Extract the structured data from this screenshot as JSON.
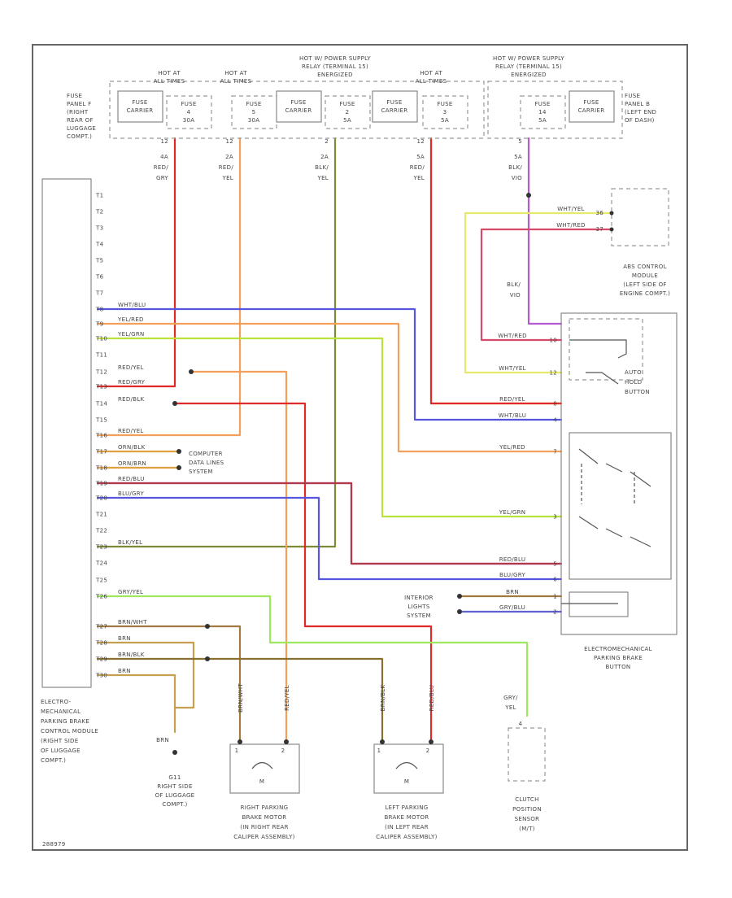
{
  "fuse_panel_right": [
    "FUSE",
    "PANEL F",
    "(RIGHT",
    "REAR OF",
    "LUGGAGE",
    "COMPT.)"
  ],
  "fuse_panel_left": [
    "FUSE",
    "PANEL B",
    "(LEFT END",
    "OF DASH)"
  ],
  "hot_labels": [
    [
      "HOT AT",
      "ALL TIMES"
    ],
    [
      "HOT AT",
      "ALL TIMES"
    ],
    [
      "HOT W/ POWER SUPPLY",
      "RELAY (TERMINAL 15)",
      "ENERGIZED"
    ],
    [
      "HOT AT",
      "ALL TIMES"
    ],
    [
      "HOT W/ POWER SUPPLY",
      "RELAY (TERMINAL 15)",
      "ENERGIZED"
    ]
  ],
  "fuse_carrier": [
    "FUSE",
    "CARRIER"
  ],
  "fuses": [
    [
      "FUSE",
      "4",
      "30A"
    ],
    [
      "FUSE",
      "5",
      "30A"
    ],
    [
      "FUSE",
      "2",
      "5A"
    ],
    [
      "FUSE",
      "3",
      "5A"
    ],
    [
      "FUSE",
      "14",
      "5A"
    ]
  ],
  "fuse_pins": [
    "12",
    "12",
    "2",
    "12",
    "5"
  ],
  "wire_labels": [
    [
      "4A",
      "RED/",
      "GRY"
    ],
    [
      "2A",
      "RED/",
      "YEL"
    ],
    [
      "2A",
      "BLK/",
      "YEL"
    ],
    [
      "5A",
      "RED/",
      "YEL"
    ],
    [
      "5A",
      "BLK/",
      "VIO"
    ]
  ],
  "module_pins": [
    "T1",
    "T2",
    "T3",
    "T4",
    "T5",
    "T6",
    "T7",
    "T8",
    "T9",
    "T10",
    "T11",
    "T12",
    "T13",
    "T14",
    "T15",
    "T16",
    "T17",
    "T18",
    "T19",
    "T20",
    "T21",
    "T22",
    "T23",
    "T24",
    "T25",
    "T26",
    "T27",
    "T28",
    "T29",
    "T30"
  ],
  "module_wire_labels": [
    "WHT/BLU",
    "YEL/RED",
    "YEL/GRN",
    "RED/YEL",
    "RED/GRY",
    "RED/BLK",
    "RED/YEL",
    "ORN/BLK",
    "ORN/BRN",
    "RED/BLU",
    "BLU/GRY",
    "BLK/YEL",
    "GRY/YEL",
    "BRN/WHT",
    "BRN",
    "BRN/BLK",
    "BRN"
  ],
  "module_label": [
    "ELECTRO-",
    "MECHANICAL",
    "PARKING BRAKE",
    "CONTROL MODULE",
    "(RIGHT SIDE",
    "OF LUGGAGE",
    "COMPT.)"
  ],
  "computer_data_lines": [
    "COMPUTER",
    "DATA LINES",
    "SYSTEM"
  ],
  "abs_module": [
    "ABS CONTROL",
    "MODULE",
    "(LEFT SIDE OF",
    "ENGINE COMPT.)"
  ],
  "abs_wires": [
    "WHT/YEL",
    "WHT/RED"
  ],
  "abs_pins": [
    "36",
    "37"
  ],
  "blk_vio": [
    "BLK/",
    "VIO"
  ],
  "auto_hold": [
    "AUTO",
    "HOLD",
    "BUTTON"
  ],
  "button_wire_labels": [
    "WHT/RED",
    "WHT/YEL",
    "RED/YEL",
    "WHT/BLU",
    "YEL/RED",
    "YEL/GRN",
    "RED/BLU",
    "BLU/GRY",
    "BRN",
    "GRY/BLU"
  ],
  "button_pins": [
    "10",
    "12",
    "8",
    "4",
    "7",
    "3",
    "5",
    "6",
    "1",
    "2"
  ],
  "interior_lights": [
    "INTERIOR",
    "LIGHTS",
    "SYSTEM"
  ],
  "epb_button": [
    "ELECTROMECHANICAL",
    "PARKING BRAKE",
    "BUTTON"
  ],
  "ground_wire": "BRN",
  "ground_label": [
    "G11",
    "RIGHT SIDE",
    "OF LUGGAGE",
    "COMPT.)"
  ],
  "motor_wires": [
    "BRN/WHT",
    "RED/YEL",
    "BRN/BLK",
    "RED/BLU"
  ],
  "right_motor": [
    "RIGHT PARKING",
    "BRAKE MOTOR",
    "(IN RIGHT REAR",
    "CALIPER ASSEMBLY)"
  ],
  "left_motor": [
    "LEFT PARKING",
    "BRAKE MOTOR",
    "(IN LEFT REAR",
    "CALIPER ASSEMBLY)"
  ],
  "motor_symbol": "M",
  "motor_pins": [
    "1",
    "2"
  ],
  "clutch_wire": [
    "GRY/",
    "YEL"
  ],
  "clutch_pin": "4",
  "clutch_sensor": [
    "CLUTCH",
    "POSITION",
    "SENSOR",
    "(M/T)"
  ],
  "footer_id": "288979",
  "colors": {
    "red": "#e02a2a",
    "orange": "#f5a05a",
    "olive": "#7d8a38",
    "blue": "#5555e0",
    "violet": "#b55bd2",
    "yellow": "#e8e86a",
    "yelgrn": "#b9e23c",
    "grn": "#9ee860",
    "redblk": "#b03a4a",
    "brown": "#a07a40",
    "pink": "#d84a6a"
  }
}
